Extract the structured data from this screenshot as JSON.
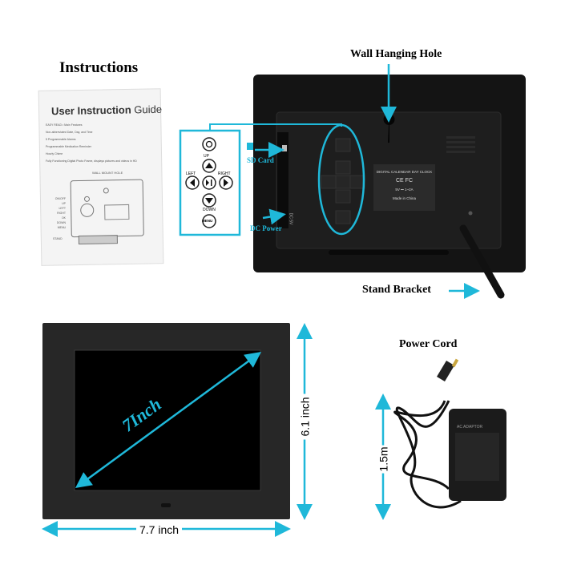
{
  "colors": {
    "accent": "#1fb8d9",
    "frame": "#1a1a1a",
    "screen": "#000000"
  },
  "instructions": {
    "title": "Instructions",
    "booklet_title_a": "User Instruction",
    "booklet_title_b": "Guide",
    "features_heading": "EASY READ • Main Features",
    "features": [
      "Non-abbreviated Date, Day, and Time",
      "5 Programmable Alarms",
      "Programmable Medication Reminder",
      "Hourly Chime",
      "Fully Functioning Digital Photo Frame, displays pictures and videos in HD"
    ],
    "wall_mount": "WALL MOUNT HOLE",
    "button_labels": [
      "ON/OFF",
      "UP",
      "LEFT",
      "RIGHT",
      "OK",
      "DOWN",
      "MENU"
    ],
    "stand": "STAND"
  },
  "back_view": {
    "wall_hanging_hole": "Wall Hanging Hole",
    "sd_card": "SD Card",
    "dc_power": "DC Power",
    "dc_port": "DC 5V",
    "stand_bracket": "Stand Bracket",
    "keypad": {
      "up": "UP",
      "left": "LEFT",
      "right": "RIGHT",
      "down": "DOWN",
      "menu": "MENU"
    },
    "label_panel": {
      "title": "DIGITAL CALENDAR DAY CLOCK",
      "marks": "CE FC",
      "rating": "5V ⎓ 1~2A",
      "origin": "Made in China"
    }
  },
  "front_view": {
    "diagonal": "7Inch",
    "width": "7.7 inch",
    "height": "6.1 inch"
  },
  "power_cord": {
    "title": "Power Cord",
    "length": "1.5m",
    "adapter_label": "AC ADAPTOR"
  }
}
